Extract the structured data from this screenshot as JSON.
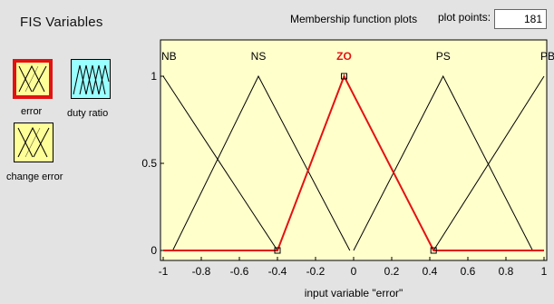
{
  "panel": {
    "title": "FIS Variables",
    "variables": [
      {
        "name": "error",
        "label": "error",
        "type": "input",
        "color": "#ffff99",
        "selected": true
      },
      {
        "name": "duty_ratio",
        "label": "duty ratio",
        "type": "output",
        "color": "#99ffff",
        "selected": false
      },
      {
        "name": "change_error",
        "label": "change error",
        "type": "input",
        "color": "#ffff99",
        "selected": false
      }
    ]
  },
  "plot_header": {
    "title": "Membership function plots",
    "plot_points_label": "plot points:",
    "plot_points_value": "181"
  },
  "colors": {
    "plot_bg": "#ffffcc",
    "selected": "#e31212",
    "line": "#000000"
  },
  "chart_data": {
    "type": "line",
    "xlabel": "input variable \"error\"",
    "xlim": [
      -1,
      1
    ],
    "ylim": [
      0,
      1
    ],
    "xticks": [
      "-1",
      "-0.8",
      "-0.6",
      "-0.4",
      "-0.2",
      "0",
      "0.2",
      "0.4",
      "0.6",
      "0.8",
      "1"
    ],
    "yticks": [
      "0",
      "0.5",
      "1"
    ],
    "series": [
      {
        "name": "NB",
        "x": [
          -1,
          -0.4
        ],
        "y": [
          1,
          0
        ],
        "selected": false
      },
      {
        "name": "NS",
        "x": [
          -0.95,
          -0.5,
          -0.02
        ],
        "y": [
          0,
          1,
          0
        ],
        "selected": false
      },
      {
        "name": "ZO",
        "x": [
          -0.4,
          -0.05,
          0.42
        ],
        "y": [
          0,
          1,
          0
        ],
        "selected": true
      },
      {
        "name": "PS",
        "x": [
          0,
          0.47,
          0.94
        ],
        "y": [
          0,
          1,
          0
        ],
        "selected": false
      },
      {
        "name": "PB",
        "x": [
          0.42,
          1
        ],
        "y": [
          0,
          1
        ],
        "selected": false
      }
    ]
  }
}
